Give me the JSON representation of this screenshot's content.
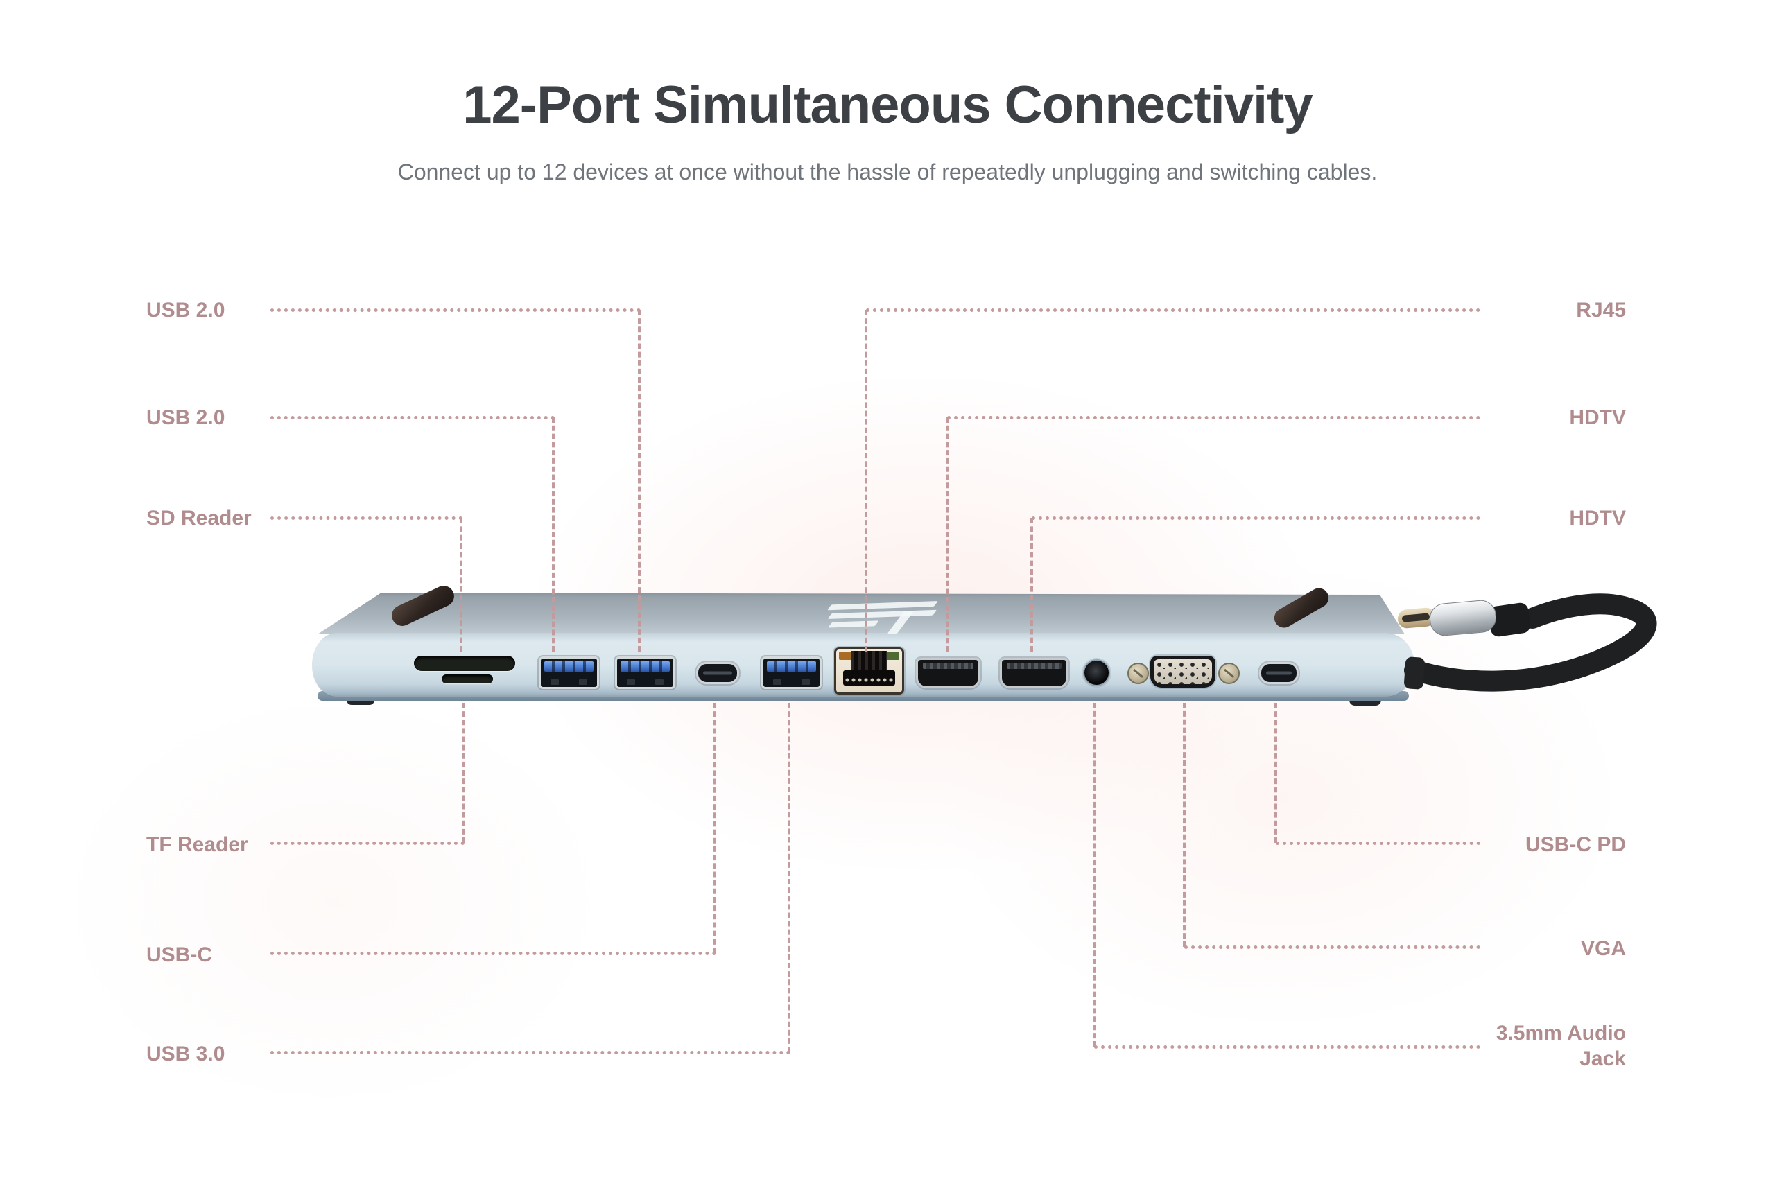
{
  "header": {
    "title": "12-Port Simultaneous Connectivity",
    "subtitle": "Connect up to 12 devices at once without the hassle of repeatedly unplugging and switching cables."
  },
  "port_labels": {
    "left": [
      {
        "label": "USB 2.0"
      },
      {
        "label": "USB 2.0"
      },
      {
        "label": "SD Reader"
      },
      {
        "label": "TF Reader"
      },
      {
        "label": "USB-C"
      },
      {
        "label": "USB 3.0"
      }
    ],
    "right": [
      {
        "label": "RJ45"
      },
      {
        "label": "HDTV"
      },
      {
        "label": "HDTV"
      },
      {
        "label": "USB-C PD"
      },
      {
        "label": "VGA"
      },
      {
        "label": "3.5mm Audio Jack"
      }
    ]
  },
  "device": {
    "brand_logo_icon": "et-logo",
    "ports": [
      "SD card slot",
      "TF card slot",
      "USB-A 2.0 port",
      "USB-A 2.0 port",
      "USB-C port",
      "USB-A 3.0 port",
      "RJ45 ethernet port",
      "HDMI port",
      "HDMI port",
      "3.5mm audio jack",
      "VGA port",
      "USB-C PD port"
    ],
    "cable": "attached USB-C cable"
  },
  "colors": {
    "label_text": "#b08c8e",
    "connector_line": "#c49b9d",
    "title_text": "#3d4145",
    "subtitle_text": "#6f757a",
    "device_face": "#d9e6ec",
    "usb_tongue_blue": "#4a7cd0"
  }
}
